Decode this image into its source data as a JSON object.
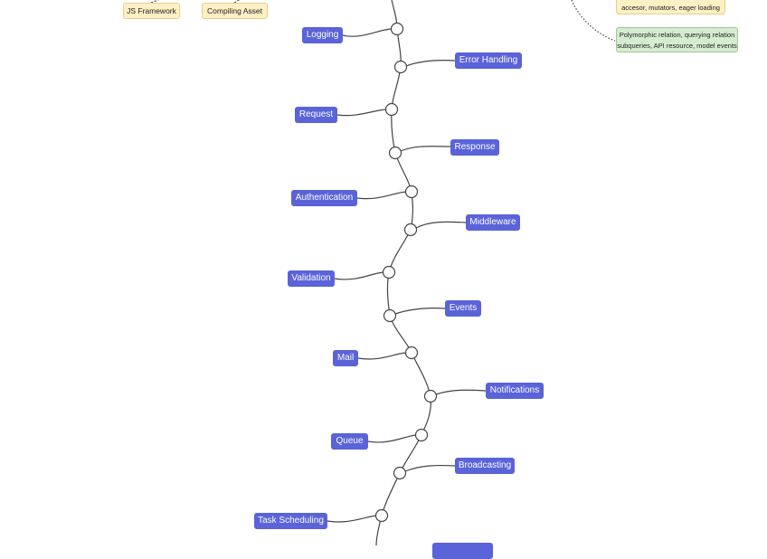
{
  "colors": {
    "topic": "#5a63d8",
    "optional": "#fdf0c4",
    "extra": "#d6ecd0"
  },
  "side_topics": {
    "js_framework": "JS Framework",
    "compiling_asset": "Compiling Asset",
    "eloquent_basics": "accesor, mutators, eager loading",
    "eloquent_advanced_line1": "Polymorphic relation, querying relation",
    "eloquent_advanced_line2": "subqueries, API resource, model events"
  },
  "topics": {
    "logging": "Logging",
    "error_handling": "Error Handling",
    "request": "Request",
    "response": "Response",
    "authentication": "Authentication",
    "middleware": "Middleware",
    "validation": "Validation",
    "events": "Events",
    "mail": "Mail",
    "notifications": "Notifications",
    "queue": "Queue",
    "broadcasting": "Broadcasting",
    "task_scheduling": "Task Scheduling"
  }
}
